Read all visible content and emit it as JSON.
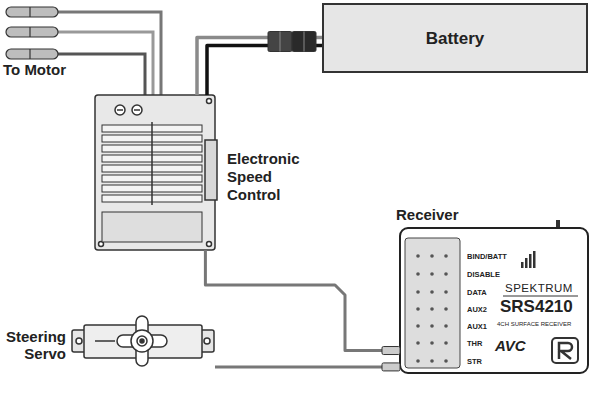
{
  "diagram": {
    "nodes": [
      {
        "text": [
          "Battery"
        ]
      },
      {
        "text": [
          "Electronic Speed Control"
        ]
      },
      {
        "text": [
          "Receiver"
        ]
      },
      {
        "text": [
          "Steering Servo"
        ]
      }
    ],
    "edges": [
      {
        "from": 1,
        "to": 0,
        "arrow": "none"
      },
      {
        "from": 1,
        "to": 2,
        "arrow": "none"
      },
      {
        "from": 3,
        "to": 2,
        "arrow": "none"
      }
    ],
    "labels": [
      "To Motor",
      "BIND/BATT",
      "DISABLE",
      "DATA",
      "AUX2",
      "AUX1",
      "THR",
      "STR",
      "SPEKTRUM",
      "SRS4210",
      "4CH SURFACE RECEIVER",
      "AVC"
    ]
  }
}
